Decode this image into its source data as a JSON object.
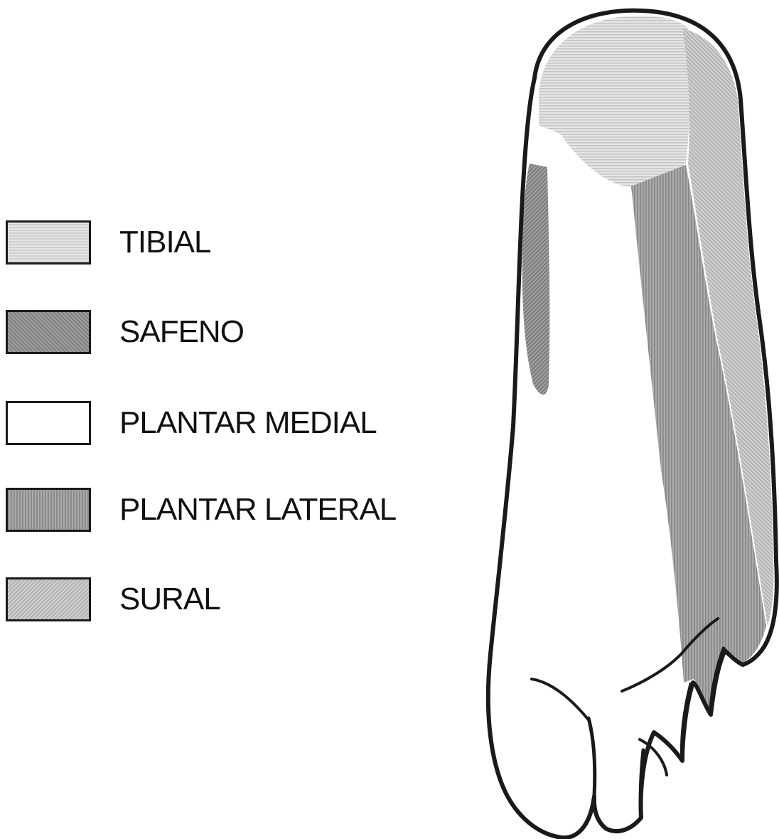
{
  "legend": {
    "items": [
      {
        "label": "TIBIAL",
        "pattern": "tibial-pattern",
        "color": "#d4d4d4"
      },
      {
        "label": "SAFENO",
        "pattern": "safeno-pattern",
        "color": "#8e8e8e"
      },
      {
        "label": "PLANTAR MEDIAL",
        "pattern": "none",
        "color": "#ffffff"
      },
      {
        "label": "PLANTAR LATERAL",
        "pattern": "plantar-lateral-pattern",
        "color": "#9a9a9a"
      },
      {
        "label": "SURAL",
        "pattern": "sural-pattern",
        "color": "#bdbdbd"
      }
    ]
  },
  "colors": {
    "outline": "#1a1a1a",
    "tibial": "#d4d4d4",
    "safeno": "#8e8e8e",
    "plantar_medial": "#ffffff",
    "plantar_lateral": "#9a9a9a",
    "sural": "#bdbdbd"
  }
}
